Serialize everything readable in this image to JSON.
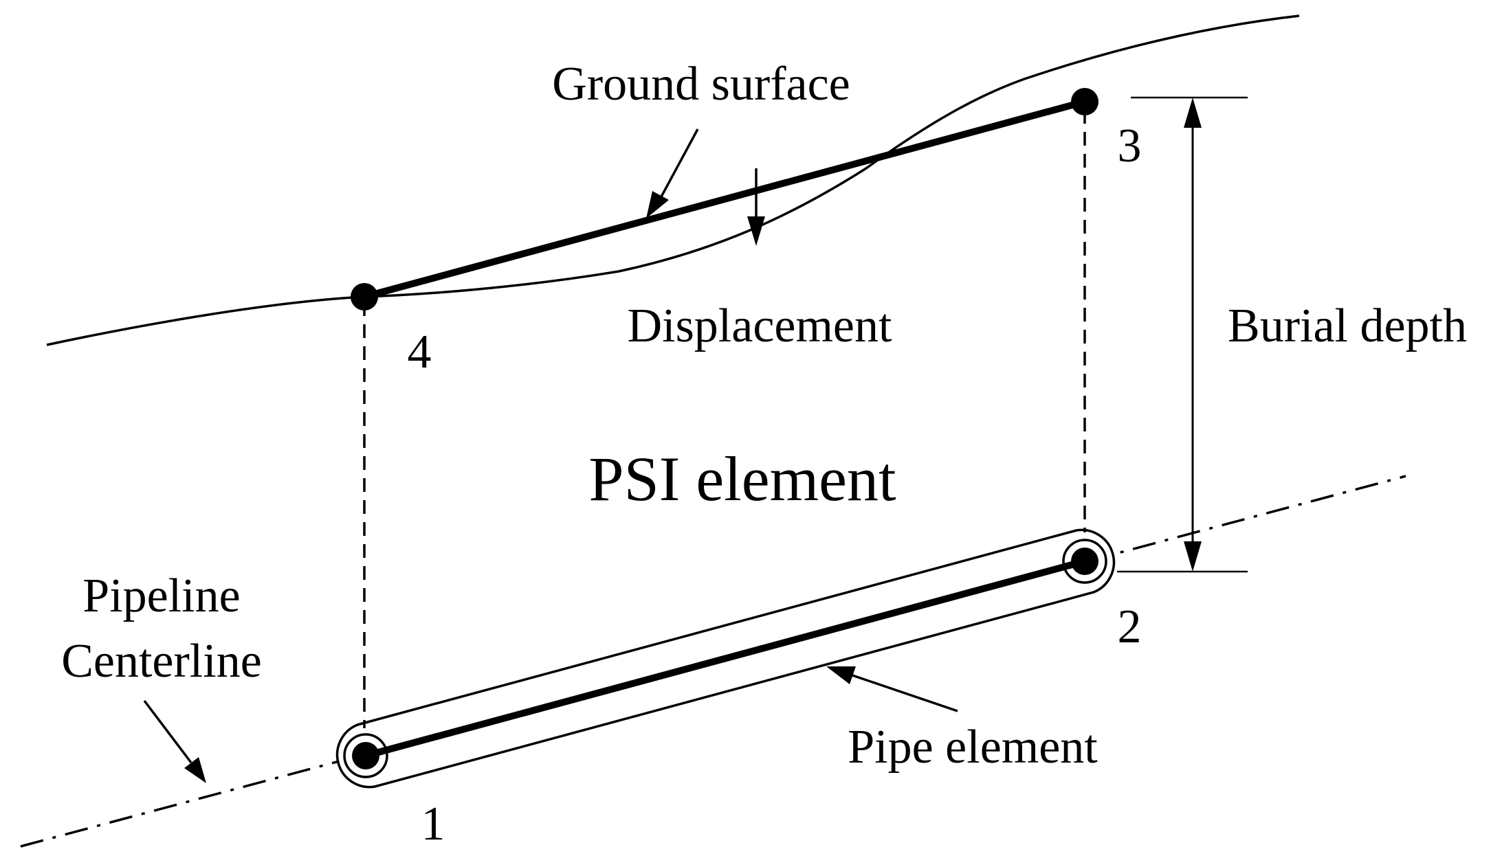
{
  "labels": {
    "ground_surface": "Ground surface",
    "displacement": "Displacement",
    "burial_depth": "Burial depth",
    "psi_element": "PSI element",
    "pipeline_centerline_line1": "Pipeline",
    "pipeline_centerline_line2": "Centerline",
    "pipe_element": "Pipe element"
  },
  "nodes": {
    "n1": "1",
    "n2": "2",
    "n3": "3",
    "n4": "4"
  },
  "colors": {
    "ink": "#000000",
    "background": "#ffffff"
  }
}
